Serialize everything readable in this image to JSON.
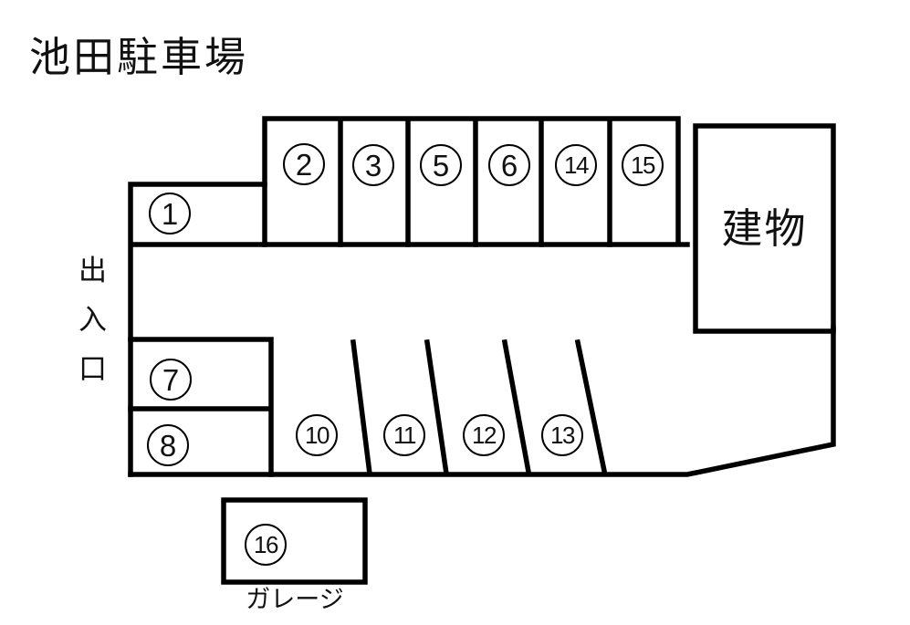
{
  "title": "池田駐車場",
  "entrance": {
    "chars": [
      "出",
      "入",
      "口"
    ]
  },
  "building": {
    "label": "建物"
  },
  "garage": {
    "label": "ガレージ"
  },
  "spaces": [
    {
      "number": "1"
    },
    {
      "number": "2"
    },
    {
      "number": "3"
    },
    {
      "number": "5"
    },
    {
      "number": "6"
    },
    {
      "number": "14"
    },
    {
      "number": "15"
    },
    {
      "number": "7"
    },
    {
      "number": "8"
    },
    {
      "number": "10"
    },
    {
      "number": "11"
    },
    {
      "number": "12"
    },
    {
      "number": "13"
    },
    {
      "number": "16"
    }
  ],
  "colors": {
    "line": "#000000",
    "background": "#ffffff",
    "text": "#111111"
  }
}
